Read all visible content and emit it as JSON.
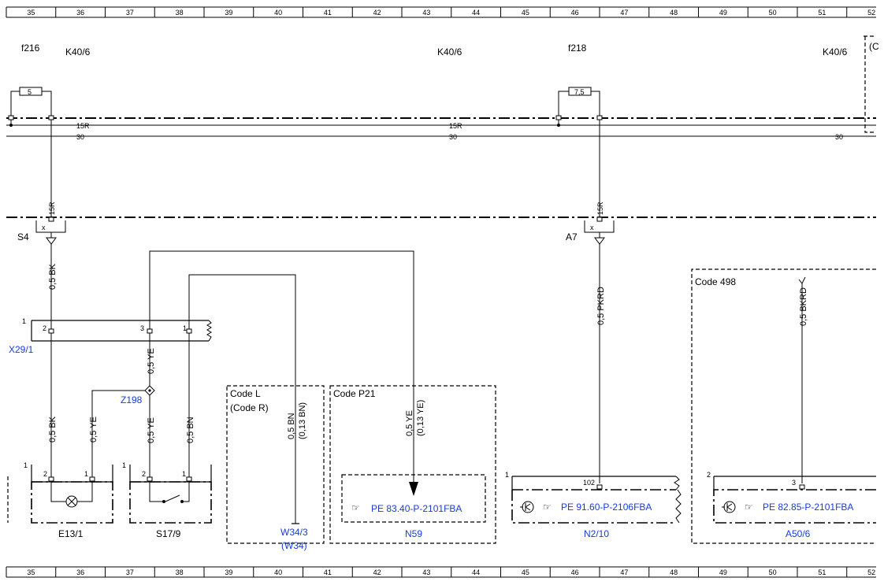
{
  "grid_numbers": [
    "35",
    "36",
    "37",
    "38",
    "39",
    "40",
    "41",
    "42",
    "43",
    "44",
    "45",
    "46",
    "47",
    "48",
    "49",
    "50",
    "51",
    "52"
  ],
  "colors": {
    "link": "#1a3cd6",
    "line": "#000000"
  },
  "top_labels": {
    "f216": "f216",
    "k40_a": "K40/6",
    "k40_b": "K40/6",
    "f218": "f218",
    "k40_c": "K40/6",
    "edge": "(C"
  },
  "fuses": {
    "f216_rating": "5",
    "f218_rating": "7,5"
  },
  "buses": {
    "r15_a": "15R",
    "r15_b": "15R",
    "b30_a": "30",
    "b30_b": "30",
    "b30_c": "30"
  },
  "connectors": {
    "s4_pin": "15R",
    "s4_x": "x",
    "s4": "S4",
    "a7_pin": "15R",
    "a7_x": "x",
    "a7": "A7",
    "x29_label": "X29/1",
    "x29_row": "1",
    "x29_p2": "2",
    "x29_p3": "3",
    "x29_p1": "1",
    "z198": "Z198"
  },
  "wires": {
    "bk_upper": "0,5 BK",
    "ye_upper": "0,5 YE",
    "bk_lower": "0,5 BK",
    "ye_lamp": "0,5 YE",
    "ye_switch": "0,5 YE",
    "bn_switch": "0,5 BN",
    "bn_codel": "0,5 BN",
    "bn_codel_alt": "(0,13 BN)",
    "ye_p21": "0,5 YE",
    "ye_p21_alt": "(0,13 YE)",
    "pkrd": "0,5 PKRD",
    "bkrd": "0,5 BKRD"
  },
  "codes": {
    "code_l": "Code L",
    "code_r": "(Code R)",
    "code_p21": "Code P21",
    "code_498": "Code 498"
  },
  "components": {
    "e13_row": "1",
    "e13_p2": "2",
    "e13_p1": "1",
    "e13": "E13/1",
    "s17_row": "1",
    "s17_p2": "2",
    "s17_p1": "1",
    "s17": "S17/9",
    "w34_3": "W34/3",
    "w34": "(W34)",
    "n59_ref": "PE 83.40-P-2101FBA",
    "n59": "N59",
    "n2_row": "1",
    "n2_pin": "102",
    "n2_ref": "PE 91.60-P-2106FBA",
    "n2": "N2/10",
    "a50_row": "2",
    "a50_pin": "3",
    "a50_ref": "PE 82.85-P-2101FBA",
    "a50": "A50/6"
  }
}
